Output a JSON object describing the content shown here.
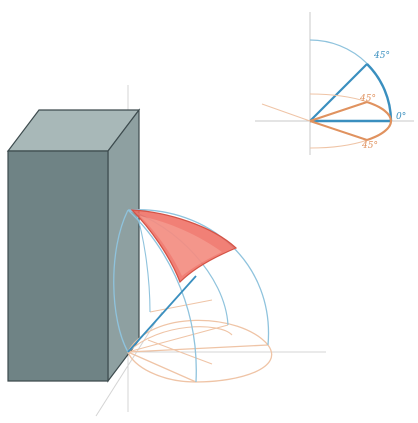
{
  "inset": {
    "labels": [
      {
        "id": "blue-45",
        "text": "45°"
      },
      {
        "id": "orange-45",
        "text": "45°"
      },
      {
        "id": "orange-neg45",
        "text": "45°"
      },
      {
        "id": "zero",
        "text": "0°"
      }
    ]
  },
  "colors": {
    "blue": "#3a8fbf",
    "blue_light": "#8fc3dd",
    "orange": "#e0925f",
    "orange_light": "#efc4a6",
    "red": "#ef6a5e",
    "red_light": "#f6a79d",
    "box_front": "#6f8385",
    "box_side": "#8ea0a1",
    "box_top": "#a8b8b8",
    "box_edge": "#3d4b4e",
    "axis": "#c8c8c8"
  }
}
